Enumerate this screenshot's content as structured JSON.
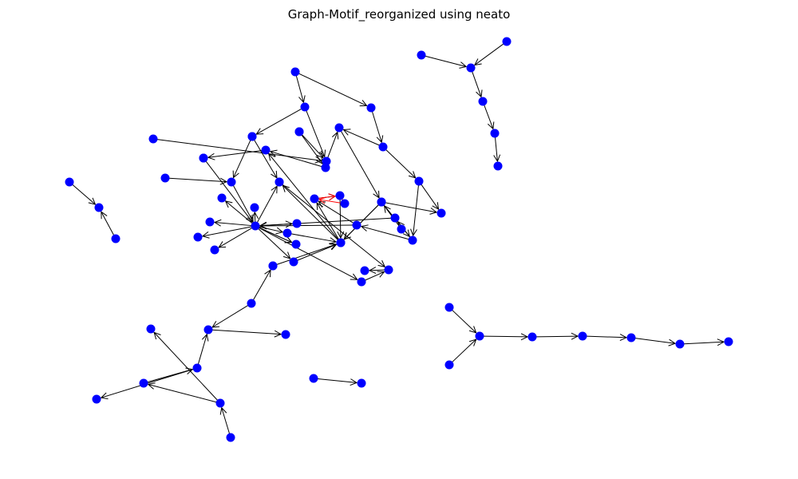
{
  "title": "Graph-Motif_reorganized using neato",
  "colors": {
    "node": "#0000ff",
    "edge": "#000000",
    "motif_edge": "#ff0000",
    "background": "#ffffff"
  },
  "graph": {
    "nodes": [
      {
        "id": "n1"
      },
      {
        "id": "n2"
      },
      {
        "id": "n3"
      },
      {
        "id": "n4"
      },
      {
        "id": "n5"
      },
      {
        "id": "n6"
      },
      {
        "id": "n7"
      },
      {
        "id": "n8"
      },
      {
        "id": "n9"
      },
      {
        "id": "n10"
      },
      {
        "id": "n11"
      },
      {
        "id": "n12"
      },
      {
        "id": "n13"
      },
      {
        "id": "n14"
      },
      {
        "id": "n15"
      },
      {
        "id": "n16"
      },
      {
        "id": "n17"
      },
      {
        "id": "n18"
      },
      {
        "id": "n19"
      },
      {
        "id": "n20"
      },
      {
        "id": "n21"
      },
      {
        "id": "n22"
      },
      {
        "id": "n23"
      },
      {
        "id": "n24"
      },
      {
        "id": "n25"
      },
      {
        "id": "n26"
      },
      {
        "id": "n27"
      },
      {
        "id": "n28"
      },
      {
        "id": "n29"
      },
      {
        "id": "n30"
      },
      {
        "id": "n31"
      },
      {
        "id": "n32"
      },
      {
        "id": "n33"
      },
      {
        "id": "n34"
      },
      {
        "id": "n35"
      },
      {
        "id": "n36"
      },
      {
        "id": "n37"
      },
      {
        "id": "n38"
      },
      {
        "id": "n39"
      },
      {
        "id": "n40"
      },
      {
        "id": "n41"
      },
      {
        "id": "n42"
      },
      {
        "id": "n43"
      },
      {
        "id": "n44"
      },
      {
        "id": "n45"
      },
      {
        "id": "n46"
      },
      {
        "id": "n47"
      },
      {
        "id": "n48"
      },
      {
        "id": "n49"
      },
      {
        "id": "n50"
      },
      {
        "id": "n51"
      },
      {
        "id": "n52"
      },
      {
        "id": "n53"
      },
      {
        "id": "n54"
      },
      {
        "id": "n55"
      },
      {
        "id": "n56"
      },
      {
        "id": "n57"
      },
      {
        "id": "n58"
      },
      {
        "id": "n59"
      },
      {
        "id": "n60"
      },
      {
        "id": "n61"
      },
      {
        "id": "n62"
      },
      {
        "id": "n63"
      },
      {
        "id": "n64"
      },
      {
        "id": "n65"
      },
      {
        "id": "n66"
      },
      {
        "id": "n67"
      },
      {
        "id": "n68"
      },
      {
        "id": "n69"
      },
      {
        "id": "n70"
      },
      {
        "id": "n71"
      },
      {
        "id": "n72"
      },
      {
        "id": "n73"
      },
      {
        "id": "n74"
      },
      {
        "id": "n75"
      }
    ],
    "edges": [
      {
        "source": "n1",
        "target": "n2"
      },
      {
        "source": "n3",
        "target": "n2"
      },
      {
        "source": "n2",
        "target": "n4"
      },
      {
        "source": "n4",
        "target": "n5"
      },
      {
        "source": "n5",
        "target": "n6"
      },
      {
        "source": "n7",
        "target": "n9"
      },
      {
        "source": "n8",
        "target": "n9"
      },
      {
        "source": "n10",
        "target": "n11"
      },
      {
        "source": "n11",
        "target": "n12"
      },
      {
        "source": "n12",
        "target": "n13"
      },
      {
        "source": "n13",
        "target": "n14"
      },
      {
        "source": "n14",
        "target": "n15"
      },
      {
        "source": "n15",
        "target": "n16"
      },
      {
        "source": "n17",
        "target": "n11"
      },
      {
        "source": "n18",
        "target": "n19"
      },
      {
        "source": "n20",
        "target": "n21"
      },
      {
        "source": "n21",
        "target": "n22"
      },
      {
        "source": "n22",
        "target": "n23"
      },
      {
        "source": "n23",
        "target": "n24"
      },
      {
        "source": "n21",
        "target": "n25"
      },
      {
        "source": "n23",
        "target": "n26"
      },
      {
        "source": "n26",
        "target": "n27"
      },
      {
        "source": "n28",
        "target": "n26"
      },
      {
        "source": "n28",
        "target": "n29"
      },
      {
        "source": "n30",
        "target": "n31"
      },
      {
        "source": "n30",
        "target": "n32"
      },
      {
        "source": "n31",
        "target": "n33"
      },
      {
        "source": "n31",
        "target": "n34"
      },
      {
        "source": "n32",
        "target": "n35"
      },
      {
        "source": "n36",
        "target": "n34"
      },
      {
        "source": "n37",
        "target": "n34"
      },
      {
        "source": "n34",
        "target": "n38"
      },
      {
        "source": "n35",
        "target": "n38"
      },
      {
        "source": "n35",
        "target": "n39"
      },
      {
        "source": "n38",
        "target": "n40"
      },
      {
        "source": "n39",
        "target": "n41"
      },
      {
        "source": "n40",
        "target": "n41"
      },
      {
        "source": "n40",
        "target": "n42"
      },
      {
        "source": "n43",
        "target": "n44"
      },
      {
        "source": "n45",
        "target": "n46"
      },
      {
        "source": "n33",
        "target": "n44"
      },
      {
        "source": "n44",
        "target": "n46"
      },
      {
        "source": "n46",
        "target": "n47"
      },
      {
        "source": "n46",
        "target": "n48"
      },
      {
        "source": "n46",
        "target": "n49"
      },
      {
        "source": "n46",
        "target": "n50"
      },
      {
        "source": "n46",
        "target": "n51"
      },
      {
        "source": "n46",
        "target": "n52"
      },
      {
        "source": "n46",
        "target": "n53"
      },
      {
        "source": "n46",
        "target": "n54"
      },
      {
        "source": "n46",
        "target": "n55"
      },
      {
        "source": "n39",
        "target": "n42"
      },
      {
        "source": "n42",
        "target": "n56"
      },
      {
        "source": "n42",
        "target": "n57"
      },
      {
        "source": "n56",
        "target": "n46"
      },
      {
        "source": "n57",
        "target": "n46"
      },
      {
        "source": "n46",
        "target": "n58"
      },
      {
        "source": "n46",
        "target": "n59"
      },
      {
        "source": "n59",
        "target": "n60"
      },
      {
        "source": "n60",
        "target": "n61"
      },
      {
        "source": "n46",
        "target": "n55"
      },
      {
        "source": "n62",
        "target": "n63"
      },
      {
        "source": "n63",
        "target": "n64"
      },
      {
        "source": "n64",
        "target": "n65"
      },
      {
        "source": "n62",
        "target": "n66"
      },
      {
        "source": "n66",
        "target": "n67"
      },
      {
        "source": "n68",
        "target": "n66"
      },
      {
        "source": "n69",
        "target": "n68"
      },
      {
        "source": "n53",
        "target": "n62"
      },
      {
        "source": "n58",
        "target": "n62"
      },
      {
        "source": "n70",
        "target": "n62"
      },
      {
        "source": "n71",
        "target": "n72"
      },
      {
        "source": "n72",
        "target": "n62"
      },
      {
        "source": "n72",
        "target": "n73"
      },
      {
        "source": "n56",
        "target": "n63"
      },
      {
        "source": "n64",
        "target": "n73"
      },
      {
        "source": "n73",
        "target": "n74"
      },
      {
        "source": "n74",
        "target": "n60"
      },
      {
        "source": "n75",
        "target": "n51"
      }
    ],
    "motif_edges": [
      {
        "source": "n63",
        "target": "n64"
      },
      {
        "source": "n64",
        "target": "n65"
      },
      {
        "source": "n65",
        "target": "n63"
      }
    ]
  }
}
